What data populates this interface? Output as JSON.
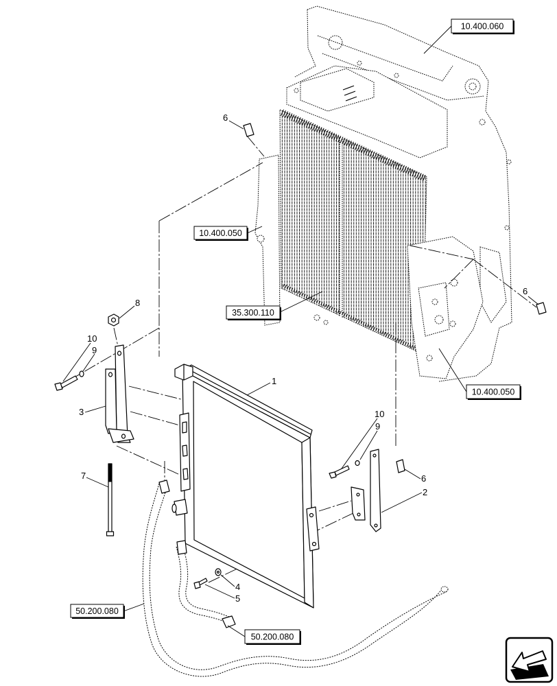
{
  "reference_boxes": {
    "shroud": "10.400.060",
    "left_mount": "10.400.050",
    "radiator": "35.300.110",
    "right_mount": "10.400.050",
    "hose_left": "50.200.080",
    "hose_lower": "50.200.080"
  },
  "callouts": {
    "clip_top": "6",
    "nut": "8",
    "bolt_left": "10",
    "washer_left": "9",
    "bracket_left": "3",
    "rod": "7",
    "condenser": "1",
    "bolt_right": "10",
    "washer_right": "9",
    "clip_right_lower": "6",
    "bracket_right": "2",
    "washer_lower": "4",
    "bolt_lower": "5",
    "clip_far_right": "6"
  },
  "colors": {
    "line": "#000000",
    "background": "#ffffff"
  },
  "icons": {
    "navigation": "next-page-arrow-icon"
  }
}
